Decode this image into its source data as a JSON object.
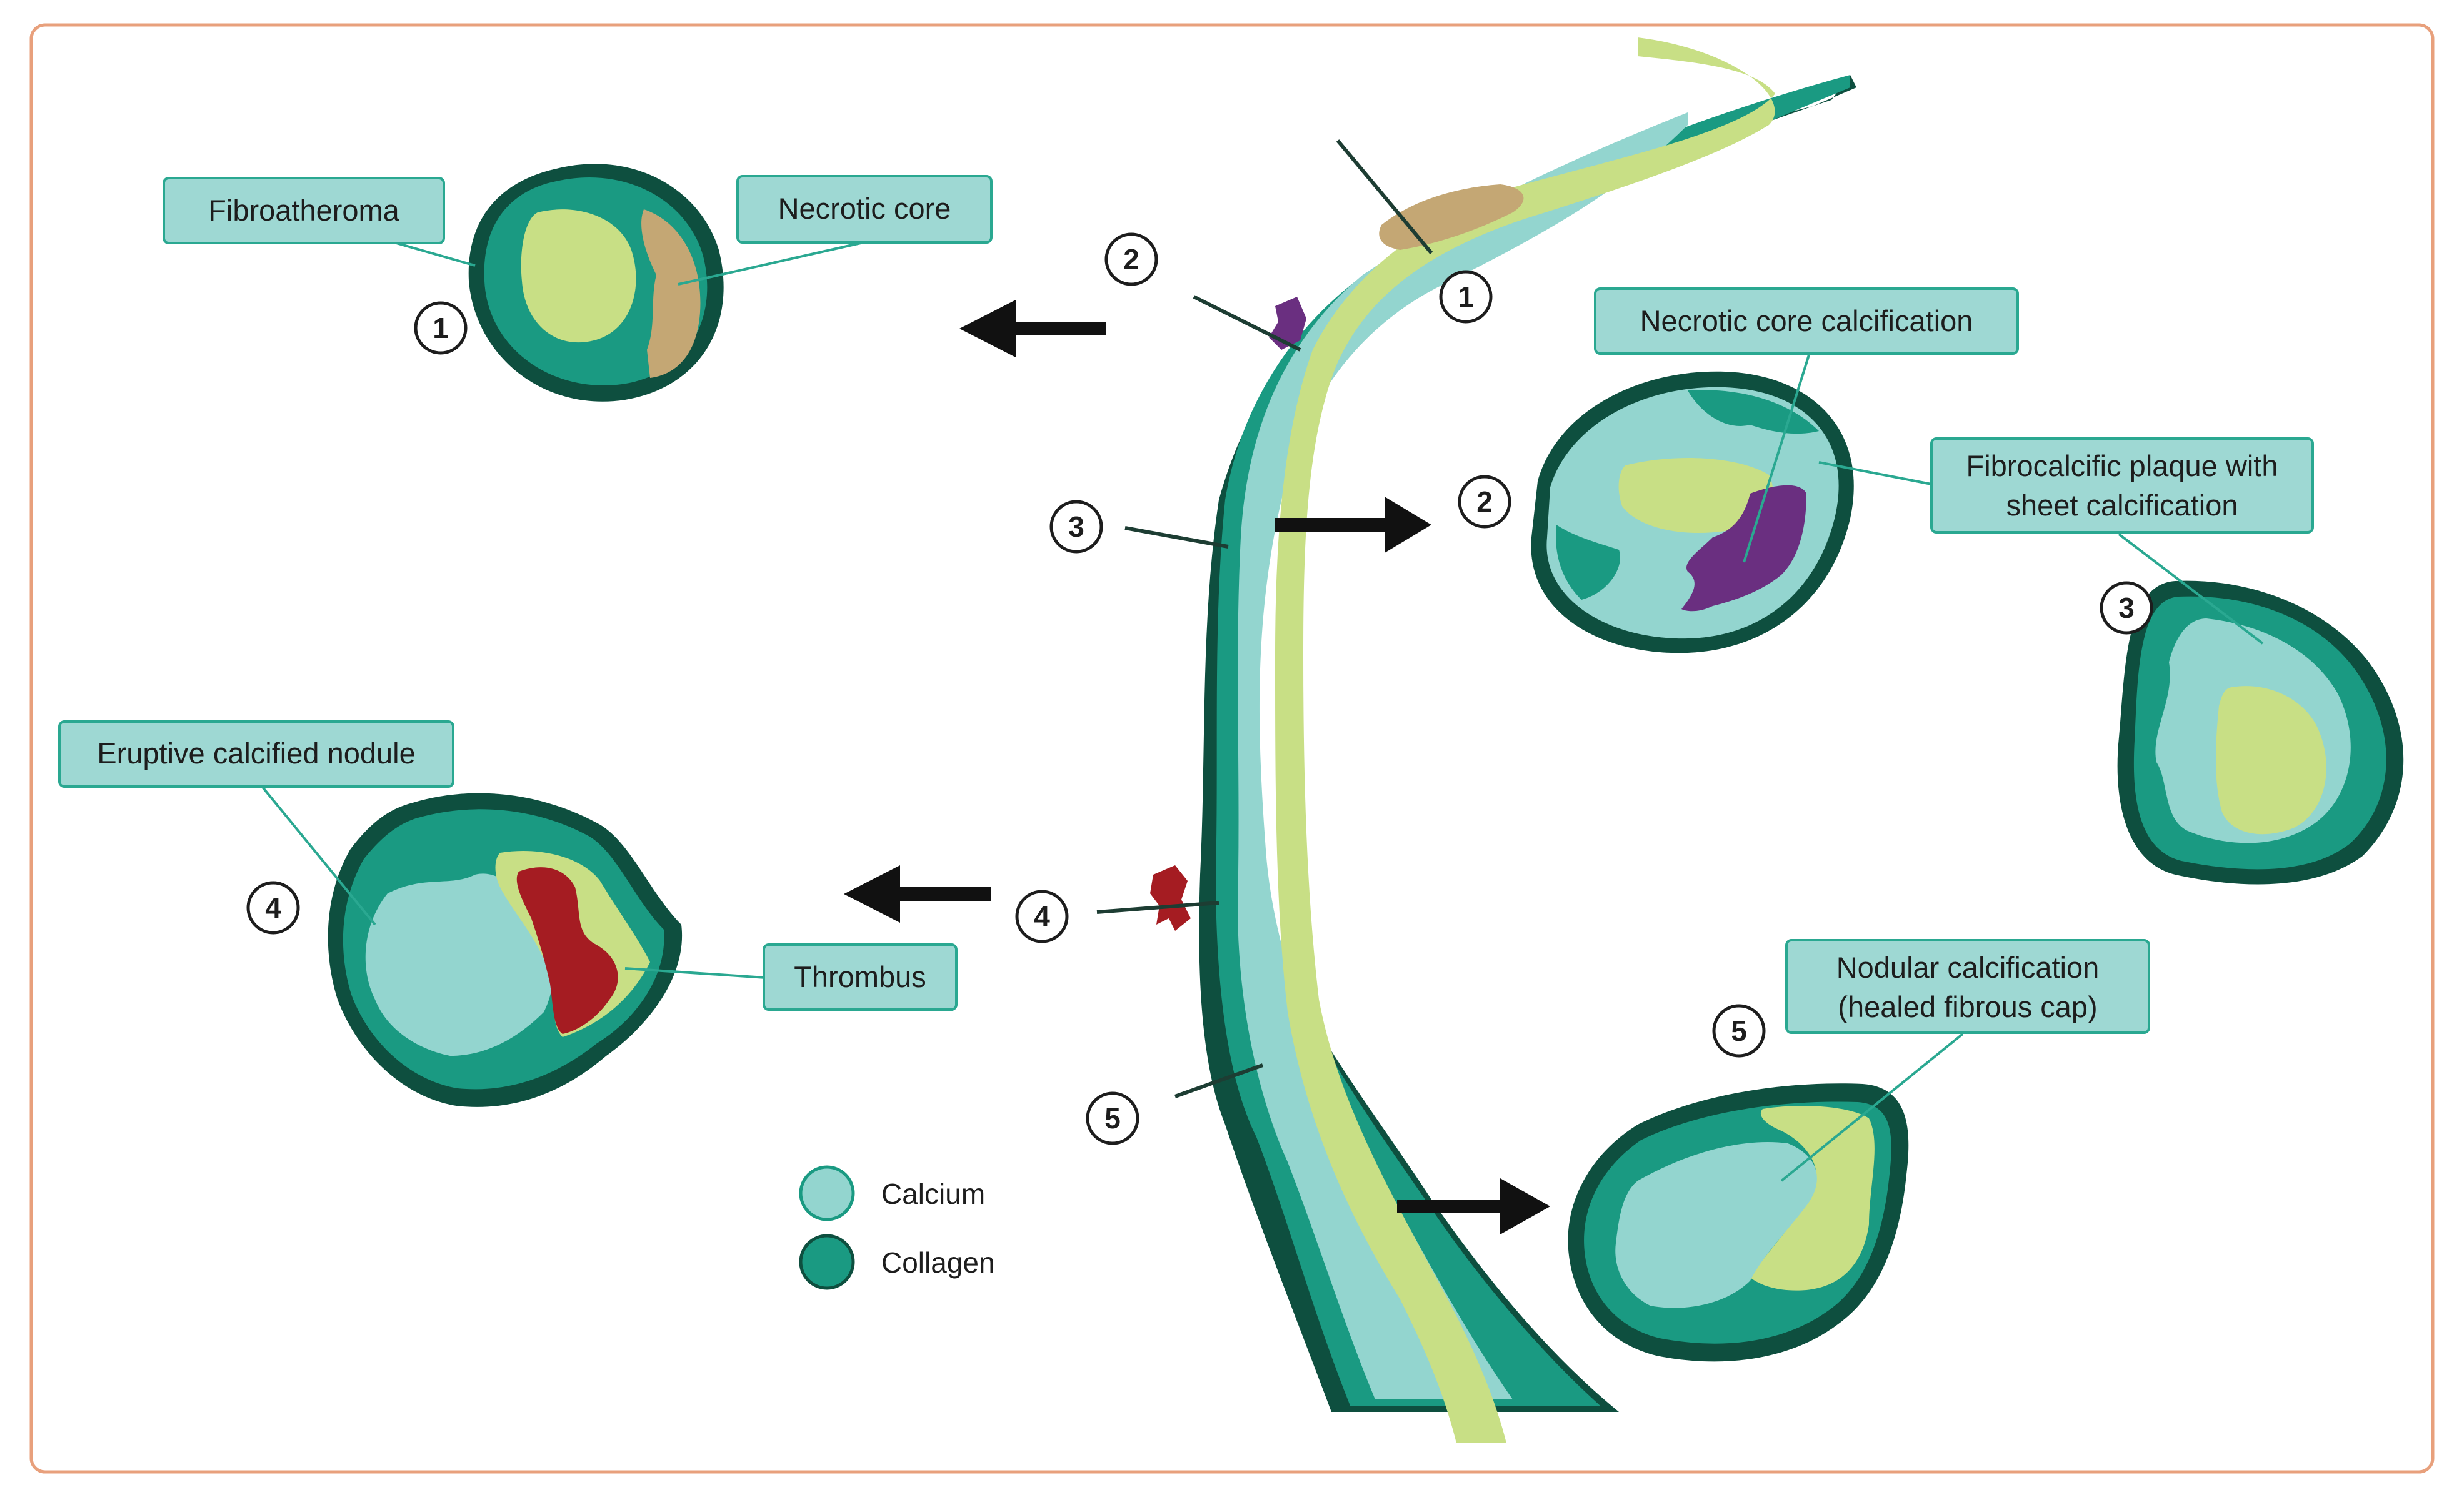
{
  "labels": {
    "fibroatheroma": "Fibroatheroma",
    "necrotic_core": "Necrotic core",
    "necrotic_core_calcification": "Necrotic core calcification",
    "fibrocalcific_line1": "Fibrocalcific plaque with",
    "fibrocalcific_line2": "sheet calcification",
    "eruptive_nodule": "Eruptive calcified nodule",
    "thrombus": "Thrombus",
    "nodular_line1": "Nodular calcification",
    "nodular_line2": "(healed fibrous cap)"
  },
  "numbers": {
    "n1": "1",
    "n2": "2",
    "n3": "3",
    "n4": "4",
    "n5": "5"
  },
  "legend": {
    "calcium": "Calcium",
    "collagen": "Collagen"
  },
  "colors": {
    "frame": "#e8a07c",
    "outer_wall": "#0e4f3f",
    "collagen": "#1a9a82",
    "calcium": "#93d5cf",
    "lumen": "#c8df85",
    "necrotic": "#c4a774",
    "necrotic_calcification": "#6a2f80",
    "thrombus": "#a51c22",
    "label_fill": "#9ed8d3",
    "label_stroke": "#2aa891"
  }
}
